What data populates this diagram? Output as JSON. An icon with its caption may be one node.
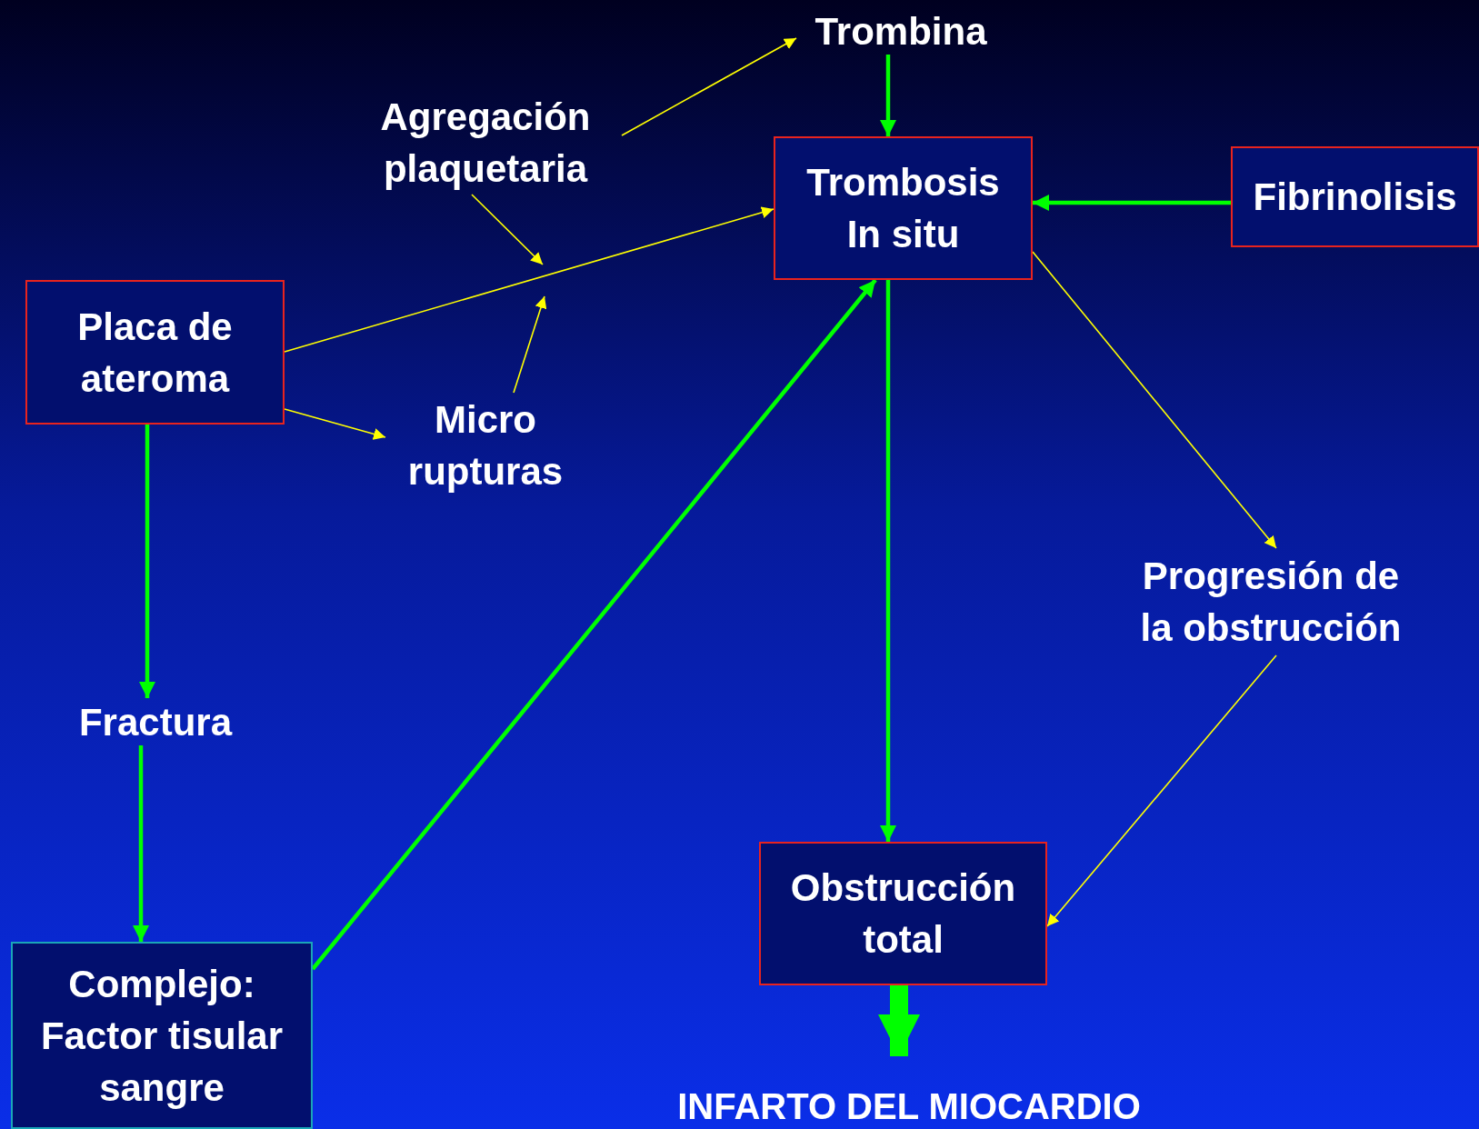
{
  "diagram": {
    "nodes": [
      {
        "text": [
          "Trombina"
        ]
      },
      {
        "text": [
          "Agregación plaquetaria"
        ]
      },
      {
        "text": [
          "Trombosis In situ"
        ]
      },
      {
        "text": [
          "Fibrinolisis"
        ]
      },
      {
        "text": [
          "Placa de ateroma"
        ]
      },
      {
        "text": [
          "Micro rupturas"
        ]
      },
      {
        "text": [
          "Progresión de la obstrucción"
        ]
      },
      {
        "text": [
          "Fractura"
        ]
      },
      {
        "text": [
          "Complejo: Factor tisular sangre"
        ]
      },
      {
        "text": [
          "Obstrucción total"
        ]
      },
      {
        "text": [
          "INFARTO DEL MIOCARDIO"
        ]
      }
    ],
    "edges": [
      {
        "from": 1,
        "to": 0,
        "arrow": "to",
        "color": "#ffff00"
      },
      {
        "from": 0,
        "to": 2,
        "arrow": "to",
        "style": "thick",
        "color": "#00ff00"
      },
      {
        "from": 3,
        "to": 2,
        "arrow": "to",
        "style": "thick",
        "color": "#00ff00"
      },
      {
        "from": 4,
        "to": 2,
        "arrow": "to",
        "color": "#ffff00"
      },
      {
        "from": 1,
        "to": null,
        "arrow": "to",
        "color": "#ffff00"
      },
      {
        "from": 5,
        "to": null,
        "arrow": "to",
        "color": "#ffff00"
      },
      {
        "from": 4,
        "to": 5,
        "arrow": "to",
        "color": "#ffff00"
      },
      {
        "from": 2,
        "to": 6,
        "arrow": "to",
        "color": "#ffff00"
      },
      {
        "from": 2,
        "to": 9,
        "arrow": "to",
        "style": "thick",
        "color": "#00ff00"
      },
      {
        "from": 6,
        "to": 9,
        "arrow": "to",
        "color": "#ffff00"
      },
      {
        "from": 4,
        "to": 7,
        "arrow": "to",
        "style": "thick",
        "color": "#00ff00"
      },
      {
        "from": 7,
        "to": 8,
        "arrow": "to",
        "style": "thick",
        "color": "#00ff00"
      },
      {
        "from": 8,
        "to": 2,
        "arrow": "to",
        "style": "thick",
        "color": "#00ff00"
      },
      {
        "from": 9,
        "to": 10,
        "arrow": "to",
        "style": "thick",
        "color": "#00ff00"
      }
    ]
  }
}
